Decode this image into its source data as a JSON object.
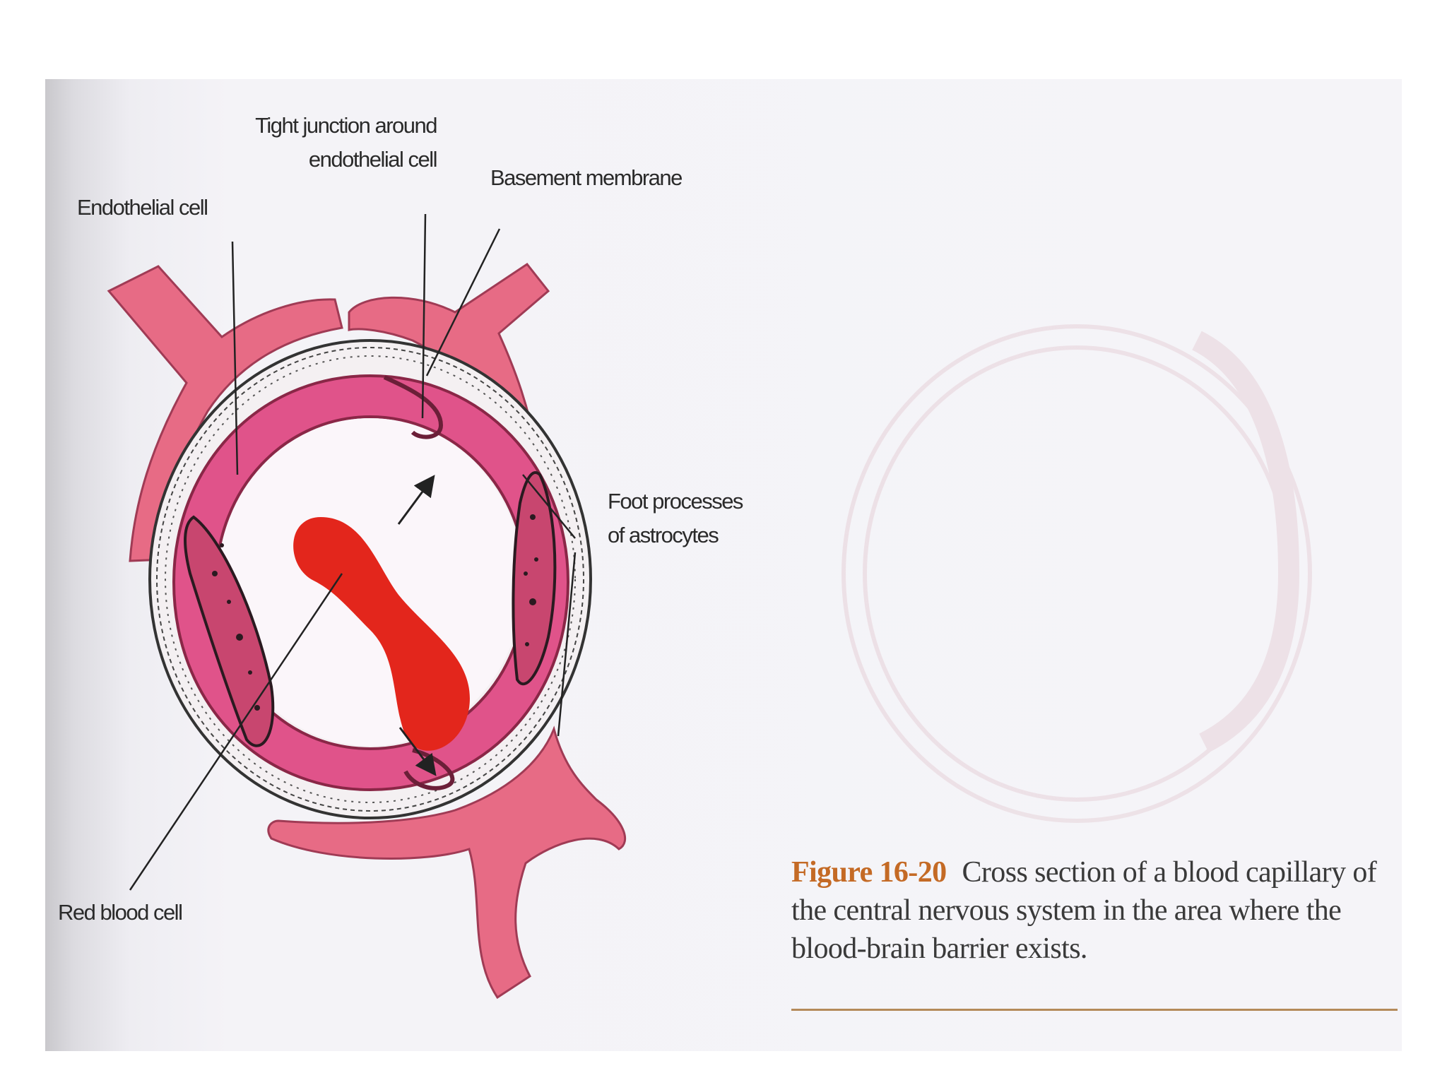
{
  "labels": {
    "tight_junction_line1": "Tight junction around",
    "tight_junction_line2": "endothelial cell",
    "basement_membrane": "Basement membrane",
    "endothelial_cell": "Endothelial cell",
    "foot_processes_line1": "Foot processes",
    "foot_processes_line2": "of astrocytes",
    "red_blood_cell": "Red blood cell"
  },
  "caption": {
    "figure_number": "Figure 16-20",
    "text": "Cross section of a blood capillary of the central nervous system in the area where the blood-brain barrier exists."
  },
  "colors": {
    "astrocyte": "#e25c78",
    "endothelium": "#e0538a",
    "red_blood_cell": "#e3261c",
    "accent": "#c46a25"
  }
}
